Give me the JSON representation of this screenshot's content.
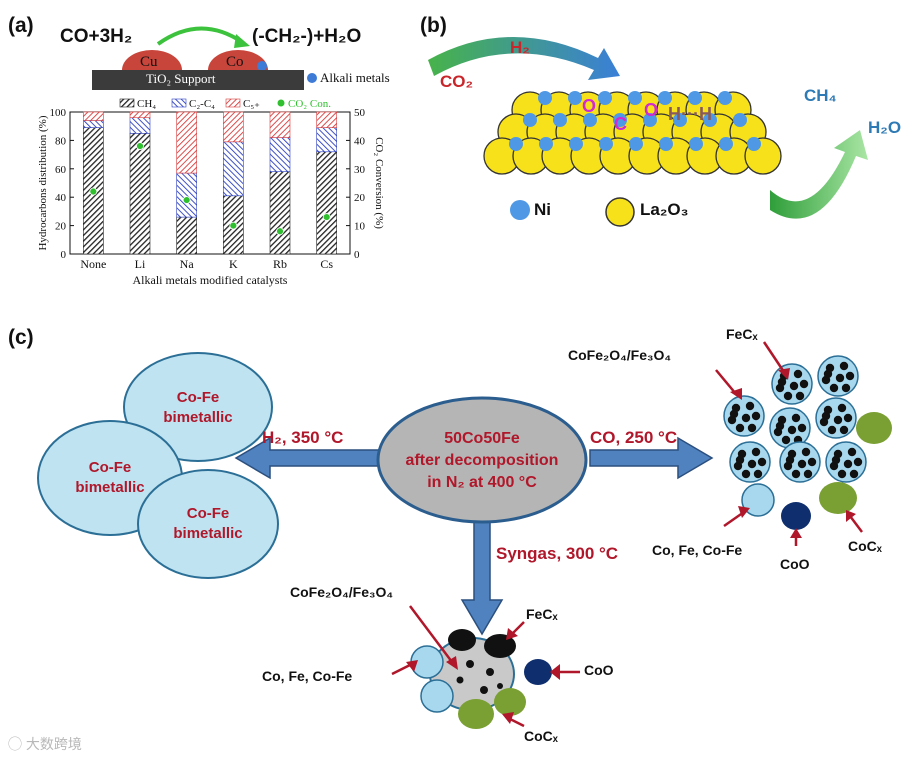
{
  "panel_a": {
    "label": "(a)",
    "reaction_left": "CO+3H₂",
    "reaction_right": "(-CH₂-)+H₂O",
    "cu_label": "Cu",
    "co_label": "Co",
    "support_label": "TiO₂ Support",
    "alkali_legend": "Alkali metals"
  },
  "chart_data": {
    "type": "bar",
    "categories": [
      "None",
      "Li",
      "Na",
      "K",
      "Rb",
      "Cs"
    ],
    "series": [
      {
        "name": "CH₄",
        "values": [
          89,
          85,
          26,
          41,
          58,
          72
        ],
        "color": "#222222"
      },
      {
        "name": "C₂-C₄",
        "values": [
          5,
          11,
          31,
          38,
          24,
          17
        ],
        "color": "#2b3fc0"
      },
      {
        "name": "C₅₊",
        "values": [
          6,
          4,
          43,
          21,
          18,
          11
        ],
        "color": "#d83a3a"
      }
    ],
    "co2_conversion": {
      "name": "CO₂ Con.",
      "values": [
        22,
        38,
        19,
        10,
        8,
        13
      ],
      "color": "#2fbf2f"
    },
    "title": "",
    "xlabel": "Alkali metals modified catalysts",
    "ylabel": "Hydrocarbons distribution (%)",
    "y2label": "CO₂ Conversion (%)",
    "ylim": [
      0,
      100
    ],
    "y2lim": [
      0,
      50
    ],
    "yticks": [
      "0",
      "20",
      "40",
      "60",
      "80",
      "100"
    ],
    "y2ticks": [
      "0",
      "10",
      "20",
      "30",
      "40",
      "50"
    ],
    "stacked": true,
    "legend_position": "top"
  },
  "panel_b": {
    "label": "(b)",
    "h2": "H₂",
    "co2": "CO₂",
    "ch4": "CH₄",
    "h2o": "H₂O",
    "molecule_o_left": "O",
    "molecule_c": "C",
    "molecule_o_right": "O",
    "molecule_h": "H···H",
    "legend_ni": "Ni",
    "legend_la2o3": "La₂O₃"
  },
  "panel_c": {
    "label": "(c)",
    "bimetallic_top": [
      "Co-Fe",
      "bimetallic"
    ],
    "bimetallic_left": [
      "Co-Fe",
      "bimetallic"
    ],
    "bimetallic_bottom": [
      "Co-Fe",
      "bimetallic"
    ],
    "center_lines": [
      "50Co50Fe",
      "after decomposition",
      "in N₂ at 400 °C"
    ],
    "h2_condition": "H₂, 350 °C",
    "co_condition": "CO, 250 °C",
    "syngas_condition": "Syngas, 300 °C",
    "right_labels": {
      "fecx": "FeCₓ",
      "spinel": "CoFe₂O₄/Fe₃O₄",
      "cofe": "Co, Fe, Co-Fe",
      "coo": "CoO",
      "cocx": "CoCₓ"
    },
    "bottom_labels": {
      "spinel": "CoFe₂O₄/Fe₃O₄",
      "fecx": "FeCₓ",
      "cofe": "Co, Fe, Co-Fe",
      "coo": "CoO",
      "cocx": "CoCₓ"
    }
  },
  "watermark": "大数跨境"
}
